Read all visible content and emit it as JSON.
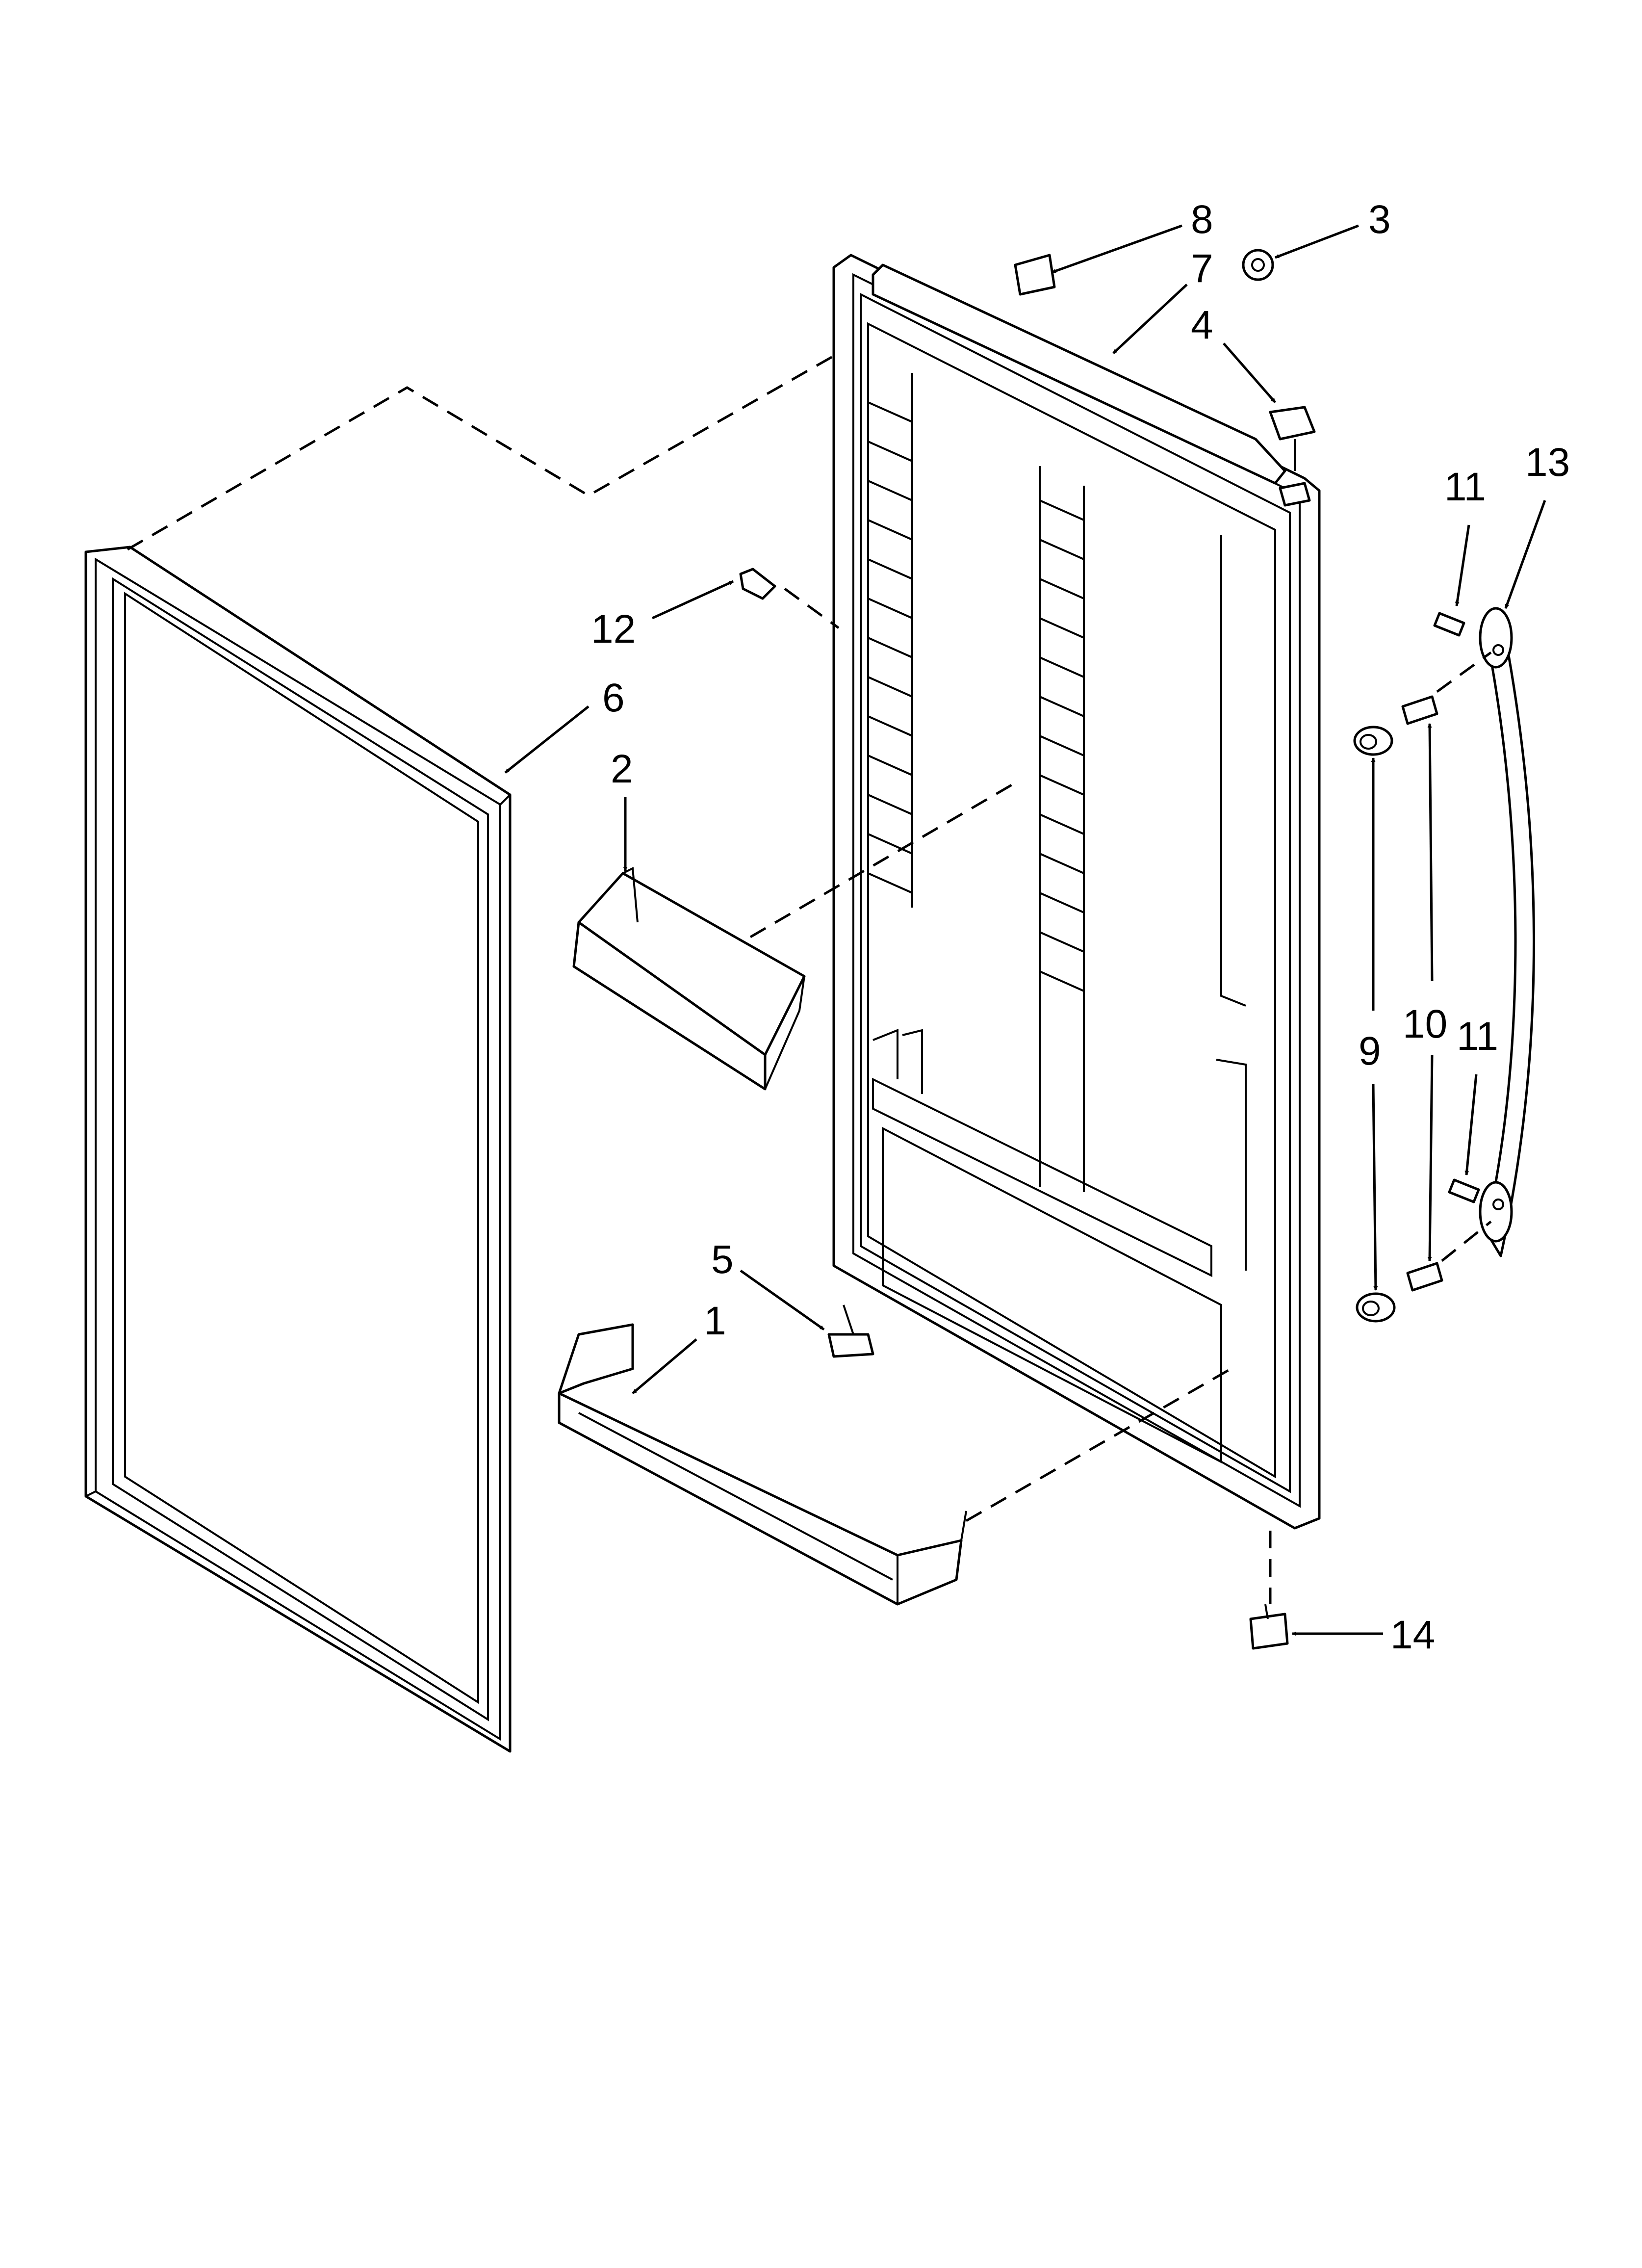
{
  "callouts": [
    {
      "id": "1",
      "label": "1"
    },
    {
      "id": "2",
      "label": "2"
    },
    {
      "id": "3",
      "label": "3"
    },
    {
      "id": "4",
      "label": "4"
    },
    {
      "id": "5",
      "label": "5"
    },
    {
      "id": "6",
      "label": "6"
    },
    {
      "id": "7",
      "label": "7"
    },
    {
      "id": "8",
      "label": "8"
    },
    {
      "id": "9",
      "label": "9"
    },
    {
      "id": "10",
      "label": "10"
    },
    {
      "id": "11a",
      "label": "11"
    },
    {
      "id": "11b",
      "label": "11"
    },
    {
      "id": "12",
      "label": "12"
    },
    {
      "id": "13",
      "label": "13"
    },
    {
      "id": "14",
      "label": "14"
    }
  ]
}
